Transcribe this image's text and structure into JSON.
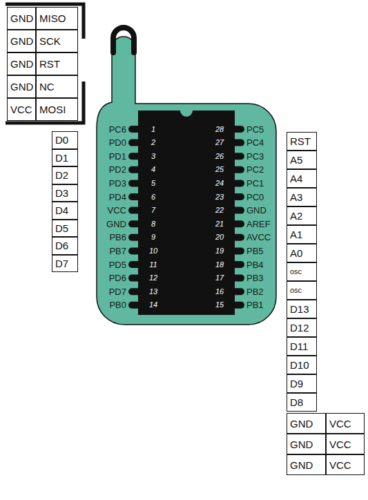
{
  "diagram": {
    "labels": [
      "GND",
      "MISO",
      "GND",
      "SCK",
      "GND",
      "RST",
      "GND",
      "NC",
      "VCC",
      "MOSI",
      "PC6",
      "1",
      "28",
      "PC5",
      "PD0",
      "2",
      "27",
      "PC4",
      "PD1",
      "3",
      "26",
      "PC3",
      "PD2",
      "4",
      "25",
      "PC2",
      "PD3",
      "5",
      "24",
      "PC1",
      "PD4",
      "6",
      "23",
      "PC0",
      "VCC",
      "7",
      "22",
      "GND",
      "GND",
      "8",
      "21",
      "AREF",
      "PB6",
      "9",
      "20",
      "AVCC",
      "PB7",
      "10",
      "19",
      "PB5",
      "PD5",
      "11",
      "18",
      "PB4",
      "PD6",
      "12",
      "17",
      "PB3",
      "PD7",
      "13",
      "16",
      "PB2",
      "PB0",
      "14",
      "15",
      "PB1",
      "D0",
      "D1",
      "D2",
      "D3",
      "D4",
      "D5",
      "D6",
      "D7",
      "RST",
      "A5",
      "A4",
      "A3",
      "A2",
      "A1",
      "A0",
      "osc",
      "osc",
      "D13",
      "D12",
      "D11",
      "D10",
      "D9",
      "D8",
      "GND",
      "VCC",
      "GND",
      "VCC",
      "GND",
      "VCC"
    ]
  }
}
